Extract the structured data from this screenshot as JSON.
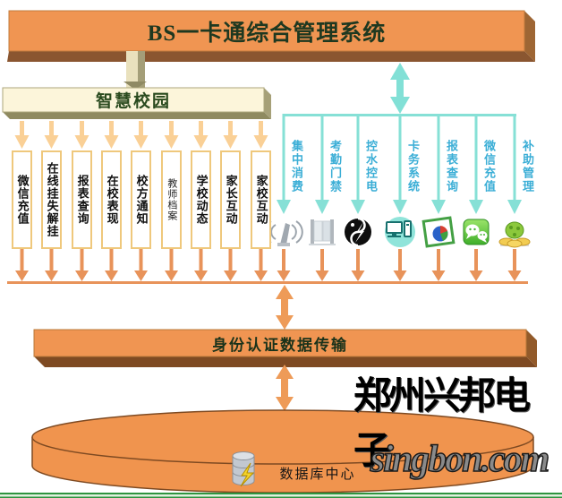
{
  "title": "BS一卡通综合管理系统",
  "campus_bar": {
    "label": "智慧校园"
  },
  "left_modules": [
    "微信充值",
    "在线挂失解挂",
    "报表查询",
    "在校表现",
    "校方通知",
    "教师档案",
    "学校动态",
    "家长互动",
    "家校互动"
  ],
  "right_modules": [
    {
      "label": "集中消费",
      "icon": "wireless-antenna-icon"
    },
    {
      "label": "考勤门禁",
      "icon": "access-gate-icon"
    },
    {
      "label": "控水控电",
      "icon": "water-electric-icon"
    },
    {
      "label": "卡务系统",
      "icon": "card-system-computer-icon"
    },
    {
      "label": "报表查询",
      "icon": "report-pie-chart-icon"
    },
    {
      "label": "微信充值",
      "icon": "wechat-icon"
    },
    {
      "label": "补助管理",
      "icon": "subsidy-coins-icon"
    }
  ],
  "auth_bar": {
    "label": "身份认证数据传输"
  },
  "database": {
    "label": "数据库中心",
    "icon": "database-cylinder-icon"
  },
  "watermark": {
    "line1": "郑州兴邦电子",
    "line2": "singbon.com"
  },
  "colors": {
    "banner_orange": "#F09552",
    "banner_shadow": "#8A5630",
    "cream": "#FCF5DA",
    "khaki_shadow": "#8F8A60",
    "box_border": "#EFC87C",
    "arrow_light": "#FAD096",
    "arrow_orange": "#E8935A",
    "teal_line": "#86E0D6",
    "teal_text": "#3BAED6",
    "db_orange": "#F0944E",
    "outline_brown": "#7E4A22",
    "green_strip": "#2E9440"
  }
}
